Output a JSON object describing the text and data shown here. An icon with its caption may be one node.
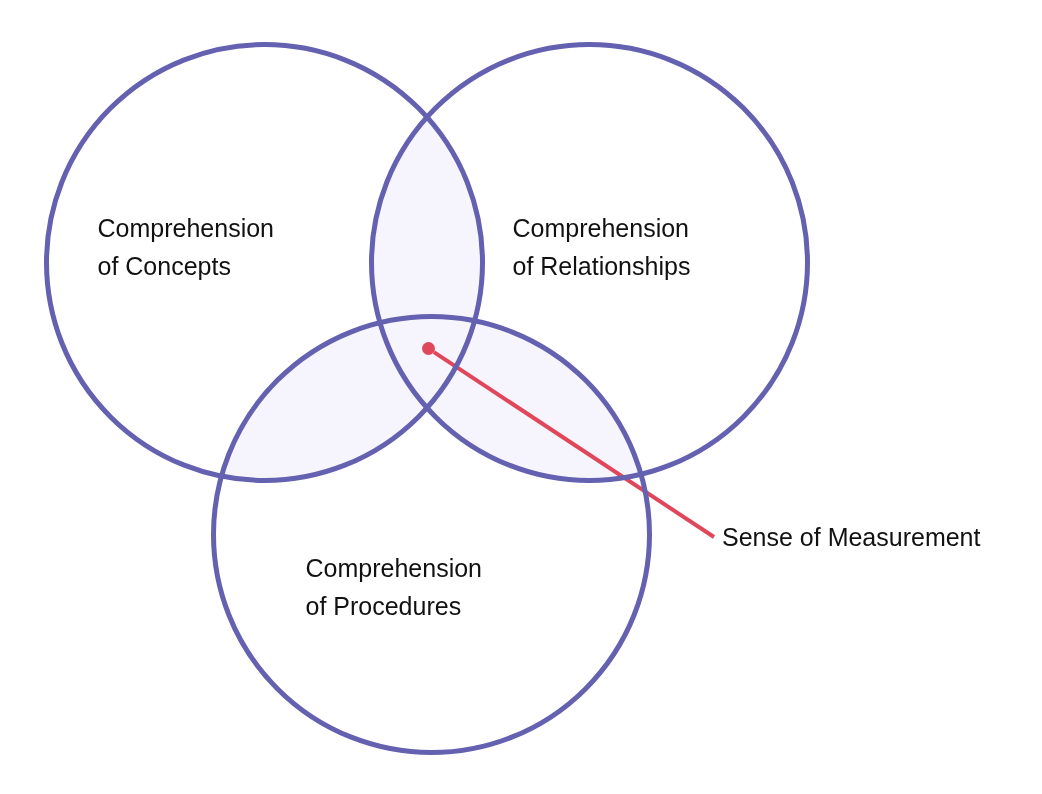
{
  "diagram": {
    "nodes": [
      {
        "text": [
          "Comprehension of Concepts"
        ]
      },
      {
        "text": [
          "Comprehension of Relationships"
        ]
      },
      {
        "text": [
          "Comprehension of Procedures"
        ]
      },
      {
        "text": [
          "Sense of Measurement"
        ]
      },
      {
        "text": [],
        "shape": "circle"
      }
    ],
    "edges": [
      {
        "from": 3,
        "to": 4,
        "arrow": "none",
        "color": "#e0475a"
      }
    ]
  }
}
